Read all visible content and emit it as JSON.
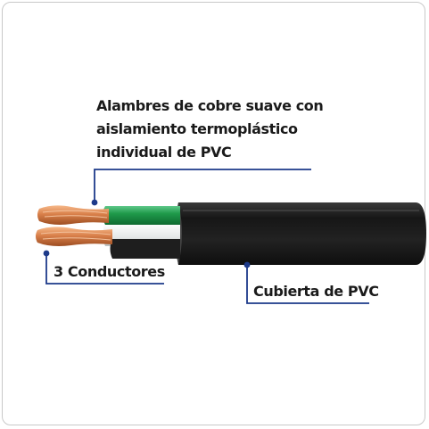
{
  "callouts": {
    "wires_line1": "Alambres de cobre suave con",
    "wires_line2": "aislamiento termoplástico",
    "wires_line3": "individual de PVC",
    "conductors": "3 Conductores",
    "jacket": "Cubierta de PVC"
  },
  "colors": {
    "callout_line": "#1d3a8a",
    "jacket": "#1b1b1b",
    "green_insulation": "#1f9a4a",
    "white_insulation": "#eef0f0",
    "copper": "#d9804a"
  }
}
